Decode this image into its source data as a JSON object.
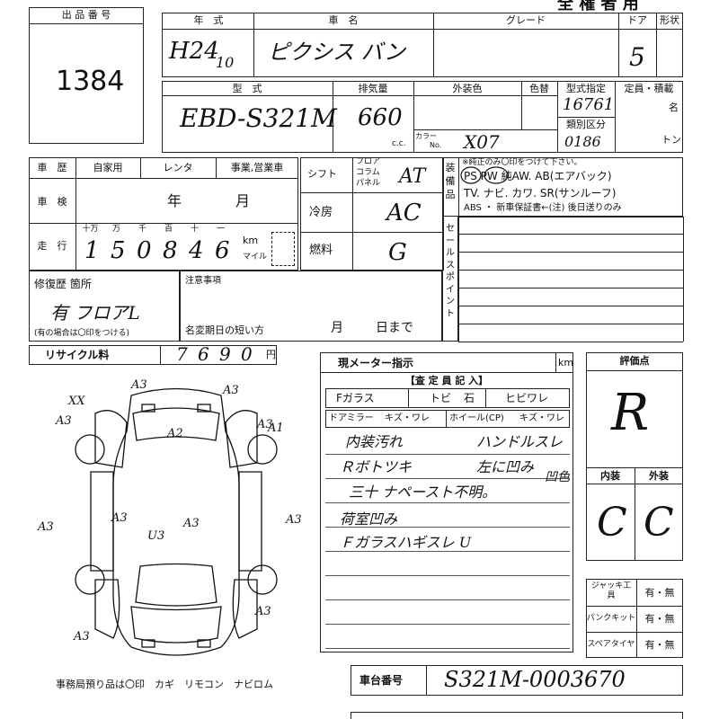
{
  "header": {
    "lot_label": "出 品 番 号",
    "lot_number": "1384",
    "year_label": "年　式",
    "year_value": "H24",
    "month_value": "10",
    "name_label": "車　名",
    "name_value": "ピクシス バン",
    "grade_label": "グレード",
    "door_label": "ドア",
    "door_value": "5",
    "shape_label": "形状",
    "model_label": "型　式",
    "model_value": "EBD-S321M",
    "disp_label": "排気量",
    "disp_value": "660",
    "disp_unit": "c.c.",
    "exterior_label": "外装色",
    "color_no_label": "色替",
    "color_label": "カラー",
    "color_no": "No.",
    "color_value": "X07",
    "type_label": "型式指定",
    "type_value": "16761",
    "class_label": "類別区分",
    "class_value": "0186",
    "capacity_label": "定員・積載",
    "capacity_unit_people": "名",
    "capacity_unit_ton": "トン",
    "owner_label": "全 権 者 用"
  },
  "history": {
    "label": "車　歴",
    "options": [
      "自家用",
      "レンタ",
      "事業,営業車"
    ],
    "inspection_label": "車　検",
    "year_unit": "年",
    "month_unit": "月",
    "mileage_label": "走　行",
    "digit_labels": [
      "十万",
      "万",
      "千",
      "百",
      "十",
      "一"
    ],
    "mileage_digits": [
      "1",
      "5",
      "0",
      "8",
      "4",
      "6"
    ],
    "km_unit": "km",
    "mile_unit": "マイル"
  },
  "options": {
    "shift_label": "シフト",
    "shift_types": [
      "フロア",
      "コラム",
      "パネル"
    ],
    "shift_value": "AT",
    "ac_label": "冷房",
    "ac_value": "AC",
    "fuel_label": "燃料",
    "fuel_value": "G",
    "equip_label": "装備品",
    "equip_note": "※純正のみ〇印をつけて下さい。",
    "equip_line1": "PS PW 純AW. AB(エアバック)",
    "equip_line2": "TV. ナビ. カワ. SR(サンルーフ)",
    "equip_line3": "ABS ・ 新車保証書←(注) 後日送りのみ",
    "sales_point_label": "セールスポイント"
  },
  "repair": {
    "label": "修復歴 箇所",
    "value": "有 フロアL",
    "note": "(有の場合は〇印をつける)",
    "attention_label": "注意事項",
    "rename_label": "名変期日の短い方",
    "month_unit": "月",
    "day_unit": "日まで"
  },
  "recycle": {
    "label": "リサイクル料",
    "digits": [
      "7",
      "6",
      "9",
      "0"
    ],
    "unit": "円"
  },
  "meter": {
    "label": "現メーター指示",
    "unit": "km",
    "inspector_label": "【査 定 員 記 入】",
    "f_glass": "Fガラス",
    "tobi": "トビ",
    "ishi": "石",
    "hibiware": "ヒビワレ",
    "door_mirror": "ドアミラー",
    "mirror_opts": "キズ・ワレ",
    "wheel": "ホイール(CP)",
    "wheel_opts": "キズ・ワレ",
    "notes": [
      "内装汚れ",
      "ハンドルスレ",
      "Ｒボトツキ",
      "左に凹み",
      "三十 ナペースト不明。",
      "荷室凹み",
      "Ｆガラスハギスレ U"
    ],
    "note_right": "凹色"
  },
  "rating": {
    "label": "評価点",
    "value": "R",
    "interior_label": "内装",
    "exterior_label": "外装",
    "interior_value": "C",
    "exterior_value": "C",
    "jack_label": "ジャッキ工具",
    "puncture_label": "パンクキット",
    "spare_label": "スペアタイヤ",
    "yes_no": "有・無"
  },
  "diagram": {
    "marks": [
      "A3",
      "A3",
      "A3",
      "A3",
      "A2",
      "A1",
      "A3",
      "A3",
      "A3",
      "U3",
      "A3",
      "A3",
      "A3",
      "XX"
    ]
  },
  "footer": {
    "office_items": "事務局預り品は〇印　カギ　リモコン　ナビロム",
    "chassis_label": "車台番号",
    "chassis_value": "S321M-0003670"
  }
}
